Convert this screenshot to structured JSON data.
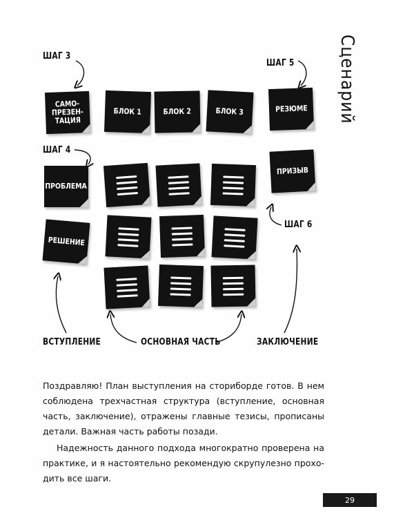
{
  "side_title": "Сценарий",
  "steps": {
    "step3": "ШАГ 3",
    "step4": "ШАГ 4",
    "step5": "ШАГ 5",
    "step6": "ШАГ 6"
  },
  "notes": {
    "self_presentation": [
      "САМО-",
      "ПРЕЗЕН-",
      "ТАЦИЯ"
    ],
    "block1": "БЛОК 1",
    "block2": "БЛОК 2",
    "block3": "БЛОК 3",
    "resume": "РЕЗЮМЕ",
    "problem": "ПРОБЛЕМА",
    "call": "ПРИЗЫВ",
    "solution": "РЕШЕНИЕ"
  },
  "sections": {
    "intro": "ВСТУПЛЕНИЕ",
    "main": "ОСНОВНАЯ ЧАСТЬ",
    "conclusion": "ЗАКЛЮЧЕНИЕ"
  },
  "paragraphs": [
    "Поздравляю! План выступления на сториборде готов. В нем со­блюдена трехчастная структура (вступление, основная часть, заключение), отражены главные тезисы, прописаны детали. Важ­ная часть работы позади.",
    "Надежность данного подхода многократно проверена на практике, и я настоятельно рекомендую скрупулезно прохо­дить все шаги."
  ],
  "page_number": "29"
}
